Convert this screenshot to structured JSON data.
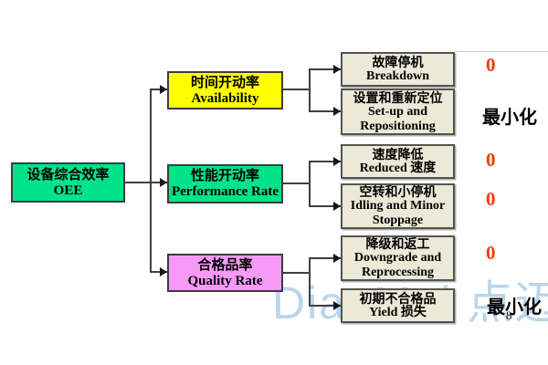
{
  "diagram": {
    "root": {
      "line1": "设备综合效率",
      "line2": "OEE",
      "fill": "#00e389"
    },
    "categories": [
      {
        "line1": "时间开动率",
        "line2": "Availability",
        "fill": "#ffff00"
      },
      {
        "line1": "性能开动率",
        "line2": "Performance Rate",
        "fill": "#00e389"
      },
      {
        "line1": "合格品率",
        "line2": "Quality Rate",
        "fill": "#f799f7"
      }
    ],
    "losses": [
      {
        "line1": "故障停机",
        "line2": "Breakdown",
        "line3": "",
        "annotation": "0"
      },
      {
        "line1": "设置和重新定位",
        "line2": "Set-up and",
        "line3": "Repositioning",
        "annotation": "最小化"
      },
      {
        "line1": "速度降低",
        "line2": "Reduced 速度",
        "line3": "",
        "annotation": "0"
      },
      {
        "line1": "空转和小停机",
        "line2": "Idling and Minor",
        "line3": "Stoppage",
        "annotation": "0"
      },
      {
        "line1": "降级和返工",
        "line2": "Downgrade and",
        "line3": "Reprocessing",
        "annotation": "0"
      },
      {
        "line1": "初期不合格品",
        "line2": "Yield 损失",
        "line3": "",
        "annotation": "最小化"
      }
    ],
    "loss_fill": "#ece9d8"
  },
  "colors": {
    "zero_annotation": "#f03c0c"
  },
  "watermark": "DianMai 点迈",
  "page_number": "8"
}
